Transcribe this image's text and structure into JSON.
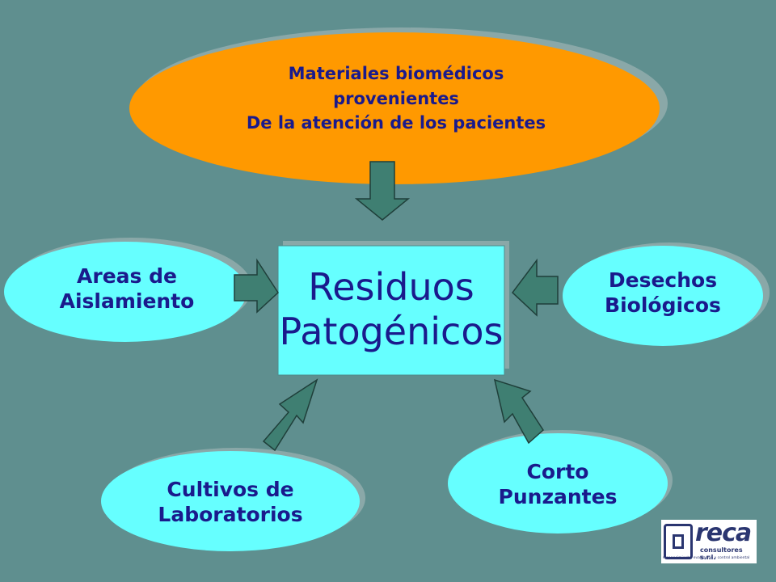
{
  "diagram": {
    "top_node": {
      "lines": [
        "Materiales biomédicos",
        "provenientes",
        "De la atención de los pacientes"
      ]
    },
    "center_node": {
      "lines": [
        "Residuos",
        "Patogénicos"
      ]
    },
    "left_node": {
      "lines": [
        "Areas de",
        "Aislamiento"
      ]
    },
    "right_node": {
      "lines": [
        "Desechos",
        "Biológicos"
      ]
    },
    "bottom_left_node": {
      "lines": [
        "Cultivos de",
        "Laboratorios"
      ]
    },
    "bottom_right_node": {
      "lines": [
        "Corto",
        "Punzantes"
      ]
    }
  },
  "logo": {
    "brand": "reca",
    "subtitle": "consultores s.r.l.",
    "tagline": "reconocimiento, evaluación y control ambiental"
  },
  "colors": {
    "background": "#5f8f8f",
    "top_ellipse": "#ff9900",
    "side_ellipses": "#66ffff",
    "center_box": "#66ffff",
    "text": "#1a1a8c",
    "arrows": "#3f7f72"
  }
}
